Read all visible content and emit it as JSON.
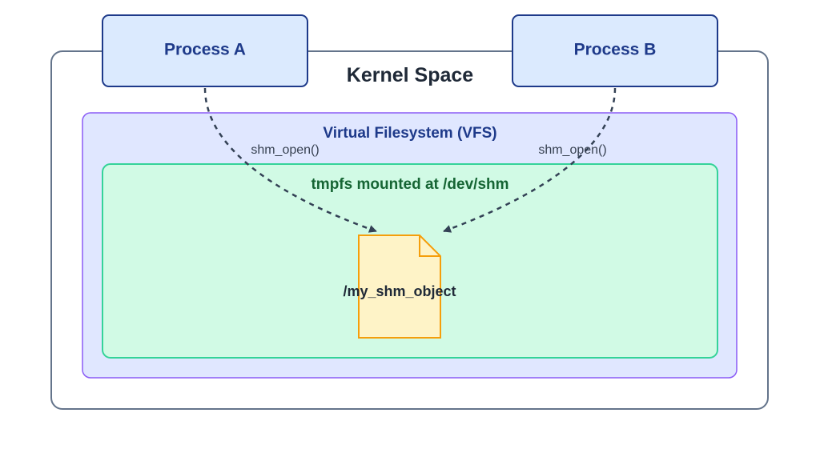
{
  "diagram": {
    "kernel": {
      "label": "Kernel Space"
    },
    "vfs": {
      "label": "Virtual Filesystem (VFS)"
    },
    "tmpfs": {
      "label": "tmpfs mounted at /dev/shm"
    },
    "file": {
      "label": "/my_shm_object"
    },
    "processes": [
      {
        "label": "Process A",
        "call_label": "shm_open()"
      },
      {
        "label": "Process B",
        "call_label": "shm_open()"
      }
    ],
    "colors": {
      "kernel_border": "#64748b",
      "vfs_fill": "#e0e7ff",
      "vfs_border": "#8b5cf6",
      "tmpfs_fill": "#d1fae5",
      "tmpfs_border": "#34d399",
      "process_fill": "#dbeafe",
      "process_border": "#1e3a8a",
      "file_fill": "#fef3c7",
      "file_border": "#f59e0b",
      "arrow": "#334155"
    }
  }
}
